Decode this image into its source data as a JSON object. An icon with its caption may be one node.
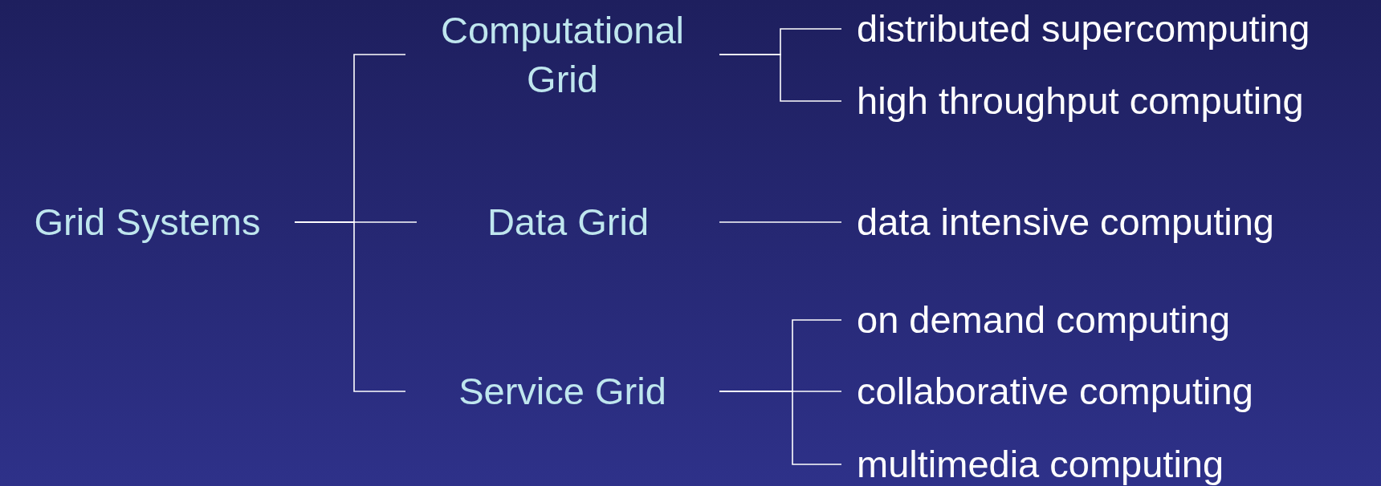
{
  "diagram": {
    "nodes": [
      {
        "text": [
          "Grid Systems"
        ]
      },
      {
        "text": [
          "Computational Grid"
        ]
      },
      {
        "text": [
          "Data Grid"
        ]
      },
      {
        "text": [
          "Service Grid"
        ]
      },
      {
        "text": [
          "distributed supercomputing"
        ]
      },
      {
        "text": [
          "high throughput computing"
        ]
      },
      {
        "text": [
          "data intensive computing"
        ]
      },
      {
        "text": [
          "on demand computing"
        ]
      },
      {
        "text": [
          "collaborative computing"
        ]
      },
      {
        "text": [
          "multimedia computing"
        ]
      }
    ],
    "edges": [
      {
        "from": 0,
        "to": 1,
        "arrow": "none"
      },
      {
        "from": 0,
        "to": 2,
        "arrow": "none"
      },
      {
        "from": 0,
        "to": 3,
        "arrow": "none"
      },
      {
        "from": 1,
        "to": 4,
        "arrow": "none"
      },
      {
        "from": 1,
        "to": 5,
        "arrow": "none"
      },
      {
        "from": 2,
        "to": 6,
        "arrow": "none"
      },
      {
        "from": 3,
        "to": 7,
        "arrow": "none"
      },
      {
        "from": 3,
        "to": 8,
        "arrow": "none"
      },
      {
        "from": 3,
        "to": 9,
        "arrow": "none"
      }
    ]
  }
}
